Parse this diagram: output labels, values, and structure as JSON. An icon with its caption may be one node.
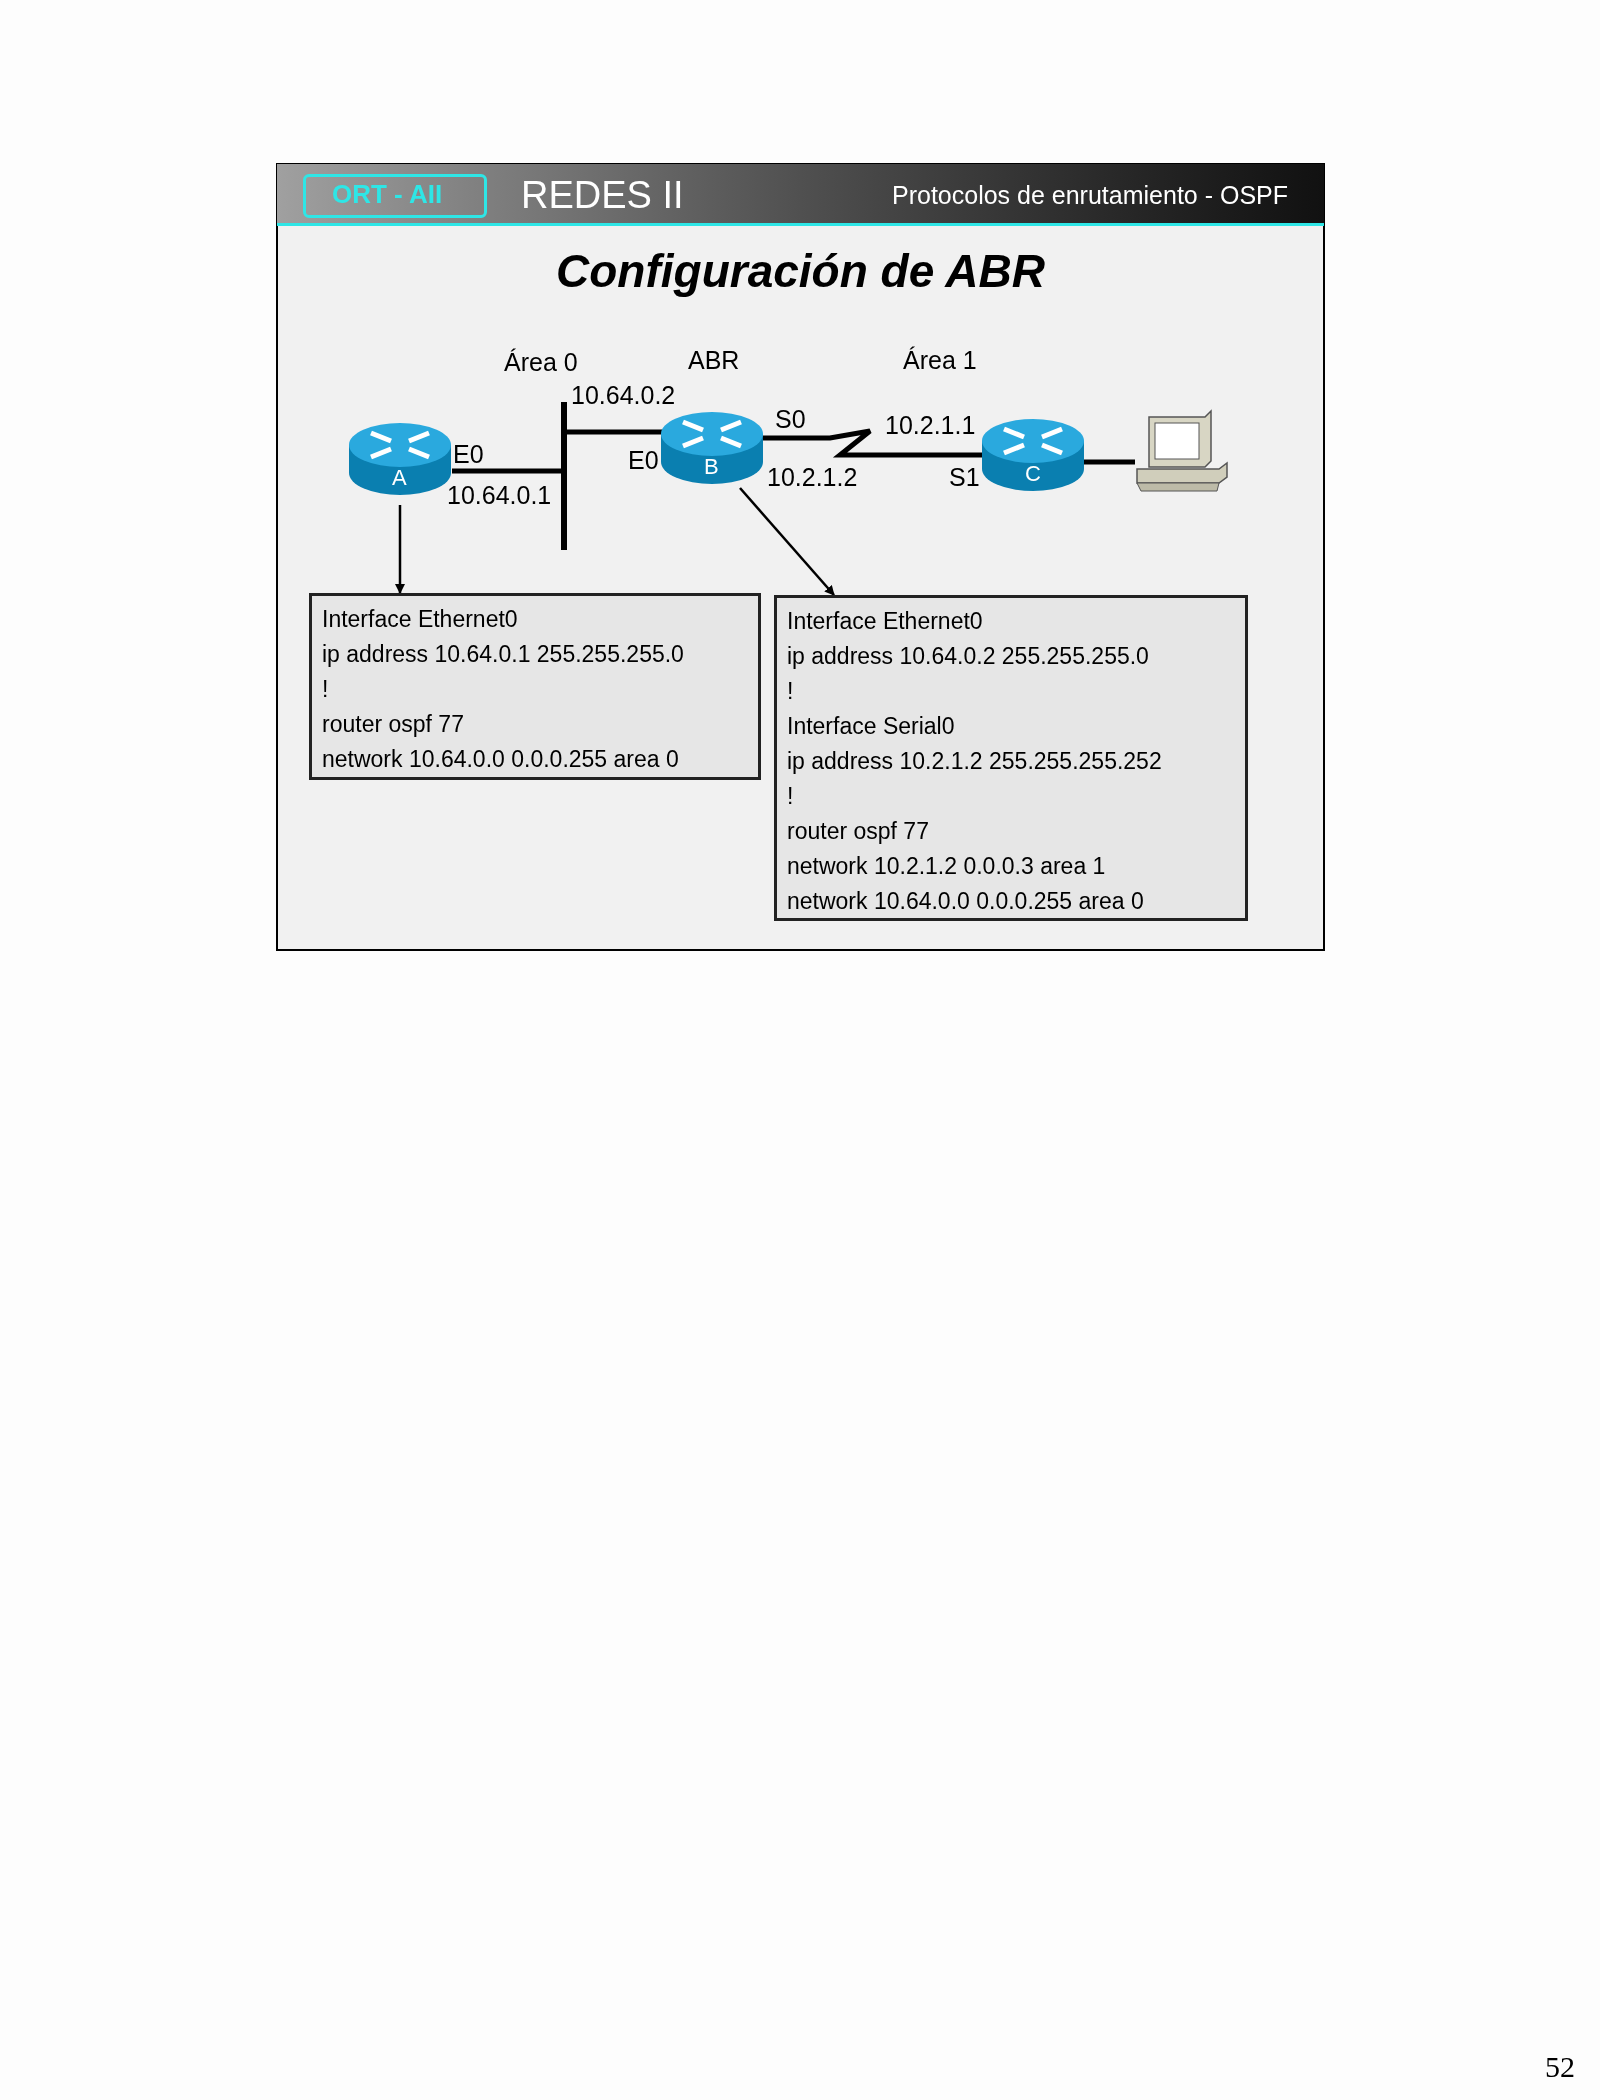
{
  "diagram": {
    "title": "Configuración de ABR",
    "nodes": [
      {
        "text": [
          "A"
        ]
      },
      {
        "text": [
          "B"
        ]
      },
      {
        "text": [
          "C"
        ]
      },
      {
        "text": [],
        "shape": "computer"
      },
      {
        "text": [],
        "shape": "bar"
      },
      {
        "text": [
          "Interface Ethernet0",
          "ip address 10.64.0.1 255.255.255.0",
          "!",
          "router ospf 77",
          "network 10.64.0.0 0.0.0.255 area 0"
        ]
      },
      {
        "text": [
          "Interface Ethernet0",
          "ip address 10.64.0.2 255.255.255.0",
          "!",
          "Interface Serial0",
          "ip address 10.2.1.2 255.255.255.252",
          "!",
          "router ospf 77",
          "network 10.2.1.2 0.0.0.3 area 1",
          "network 10.64.0.0 0.0.0.255 area 0"
        ]
      }
    ],
    "edges": [
      {
        "from": 0,
        "to": 4,
        "arrow": "none"
      },
      {
        "from": 4,
        "to": 1,
        "arrow": "none"
      },
      {
        "from": 1,
        "to": 2,
        "arrow": "none"
      },
      {
        "from": 2,
        "to": 3,
        "arrow": "none"
      },
      {
        "from": 0,
        "to": 5,
        "arrow": "to"
      },
      {
        "from": 1,
        "to": 6,
        "arrow": "to"
      }
    ],
    "labels": [
      "ORT - AII",
      "REDES II",
      "Protocolos de enrutamiento - OSPF",
      "Área 0",
      "ABR",
      "Área 1",
      "10.64.0.2",
      "S0",
      "10.2.1.1",
      "E0",
      "E0",
      "10.64.0.1",
      "10.2.1.2",
      "S1",
      "52"
    ]
  }
}
